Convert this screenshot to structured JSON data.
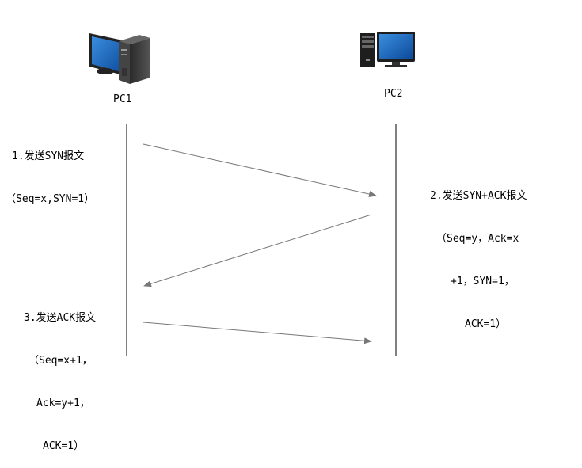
{
  "hosts": [
    {
      "name": "PC1",
      "icon": "tower-computer-icon"
    },
    {
      "name": "PC2",
      "icon": "desktop-computer-icon"
    }
  ],
  "steps": [
    {
      "from": "PC1",
      "to": "PC2",
      "lines": [
        "1.发送SYN报文",
        "（Seq=x,SYN=1）"
      ]
    },
    {
      "from": "PC2",
      "to": "PC1",
      "lines": [
        "2.发送SYN+ACK报文",
        "（Seq=y，Ack=x",
        "+1，SYN=1，",
        "ACK=1）"
      ]
    },
    {
      "from": "PC1",
      "to": "PC2",
      "lines": [
        "3.发送ACK报文",
        "（Seq=x+1，",
        "Ack=y+1，",
        "ACK=1）"
      ]
    }
  ],
  "colors": {
    "arrow": "#777777",
    "lifeline": "#000000",
    "screen": "#1a5fb4"
  }
}
